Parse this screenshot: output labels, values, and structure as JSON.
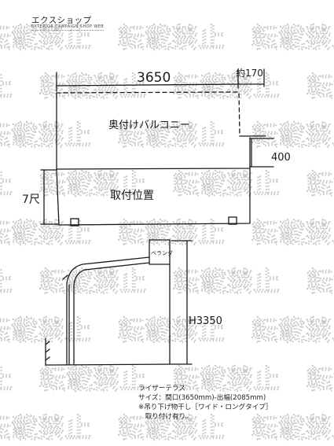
{
  "header": {
    "shop_name": "エクスショップ",
    "shop_subtitle": "EXTERIOR CAMPAIGN SHOP WEB"
  },
  "watermark": {
    "text": "転載禁止"
  },
  "plan": {
    "width_label": "3650",
    "extra_label": "約170",
    "depth_label": "400",
    "height_label": "7尺",
    "balcony_label": "奥付けバルコニー",
    "position_label": "取付位置"
  },
  "elevation": {
    "beam_label": "ベランダ",
    "height_label": "H3350"
  },
  "caption": {
    "line1": "ライザーテラス",
    "line2": "サイズ：間口(3650mm)-出幅(2085mm)",
    "line3": "※吊り下げ物干し［ワイド・ロングタイプ］",
    "line4": "　取り付け有り。"
  }
}
